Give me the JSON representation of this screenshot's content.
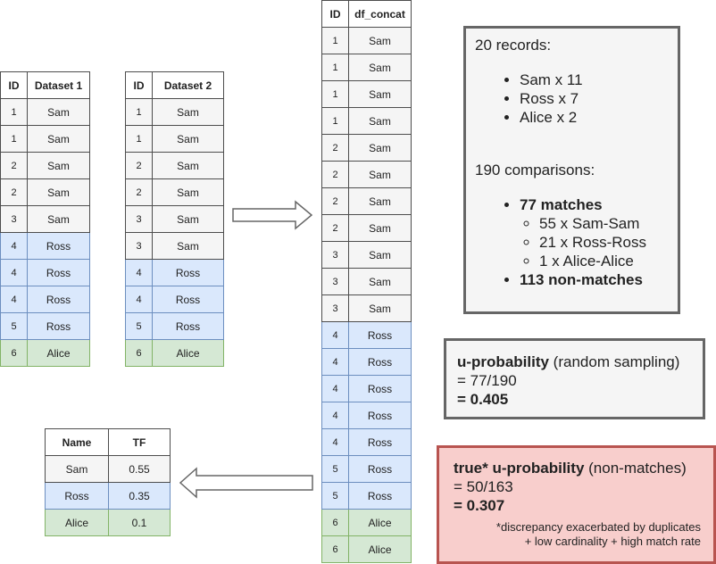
{
  "dataset1": {
    "headers": [
      "ID",
      "Dataset 1"
    ],
    "rows": [
      {
        "id": "1",
        "name": "Sam"
      },
      {
        "id": "1",
        "name": "Sam"
      },
      {
        "id": "2",
        "name": "Sam"
      },
      {
        "id": "2",
        "name": "Sam"
      },
      {
        "id": "3",
        "name": "Sam"
      },
      {
        "id": "4",
        "name": "Ross"
      },
      {
        "id": "4",
        "name": "Ross"
      },
      {
        "id": "4",
        "name": "Ross"
      },
      {
        "id": "5",
        "name": "Ross"
      },
      {
        "id": "6",
        "name": "Alice"
      }
    ]
  },
  "dataset2": {
    "headers": [
      "ID",
      "Dataset 2"
    ],
    "rows": [
      {
        "id": "1",
        "name": "Sam"
      },
      {
        "id": "1",
        "name": "Sam"
      },
      {
        "id": "2",
        "name": "Sam"
      },
      {
        "id": "2",
        "name": "Sam"
      },
      {
        "id": "3",
        "name": "Sam"
      },
      {
        "id": "3",
        "name": "Sam"
      },
      {
        "id": "4",
        "name": "Ross"
      },
      {
        "id": "4",
        "name": "Ross"
      },
      {
        "id": "5",
        "name": "Ross"
      },
      {
        "id": "6",
        "name": "Alice"
      }
    ]
  },
  "df_concat": {
    "headers": [
      "ID",
      "df_concat"
    ],
    "rows": [
      {
        "id": "1",
        "name": "Sam"
      },
      {
        "id": "1",
        "name": "Sam"
      },
      {
        "id": "1",
        "name": "Sam"
      },
      {
        "id": "1",
        "name": "Sam"
      },
      {
        "id": "2",
        "name": "Sam"
      },
      {
        "id": "2",
        "name": "Sam"
      },
      {
        "id": "2",
        "name": "Sam"
      },
      {
        "id": "2",
        "name": "Sam"
      },
      {
        "id": "3",
        "name": "Sam"
      },
      {
        "id": "3",
        "name": "Sam"
      },
      {
        "id": "3",
        "name": "Sam"
      },
      {
        "id": "4",
        "name": "Ross"
      },
      {
        "id": "4",
        "name": "Ross"
      },
      {
        "id": "4",
        "name": "Ross"
      },
      {
        "id": "4",
        "name": "Ross"
      },
      {
        "id": "4",
        "name": "Ross"
      },
      {
        "id": "5",
        "name": "Ross"
      },
      {
        "id": "5",
        "name": "Ross"
      },
      {
        "id": "6",
        "name": "Alice"
      },
      {
        "id": "6",
        "name": "Alice"
      }
    ]
  },
  "tf_table": {
    "headers": [
      "Name",
      "TF"
    ],
    "rows": [
      {
        "name": "Sam",
        "tf": "0.55"
      },
      {
        "name": "Ross",
        "tf": "0.35"
      },
      {
        "name": "Alice",
        "tf": "0.1"
      }
    ]
  },
  "summary": {
    "records_title": "20 records:",
    "records": [
      "Sam x 11",
      "Ross x 7",
      "Alice x 2"
    ],
    "comparisons_title": "190 comparisons:",
    "matches_label": "77 matches",
    "match_breakdown": [
      "55 x Sam-Sam",
      "21 x Ross-Ross",
      "1 x Alice-Alice"
    ],
    "nonmatches_label": "113 non-matches"
  },
  "u_prob": {
    "title_bold": "u-probability",
    "title_rest": " (random sampling)",
    "line1": "= 77/190",
    "line2": "= 0.405"
  },
  "true_u_prob": {
    "title_bold": "true* u-probability",
    "title_rest": " (non-matches)",
    "line1": "= 50/163",
    "line2": "= 0.307",
    "note_line1": "*discrepancy exacerbated by duplicates",
    "note_line2": "+ low cardinality + high match rate"
  },
  "colors": {
    "sam_fill": "#f5f5f5",
    "ross_fill": "#dae8fc",
    "alice_fill": "#d5e8d4",
    "note_fill": "#f5f5f5",
    "highlight_fill": "#f8cecc",
    "highlight_border": "#b85450"
  }
}
